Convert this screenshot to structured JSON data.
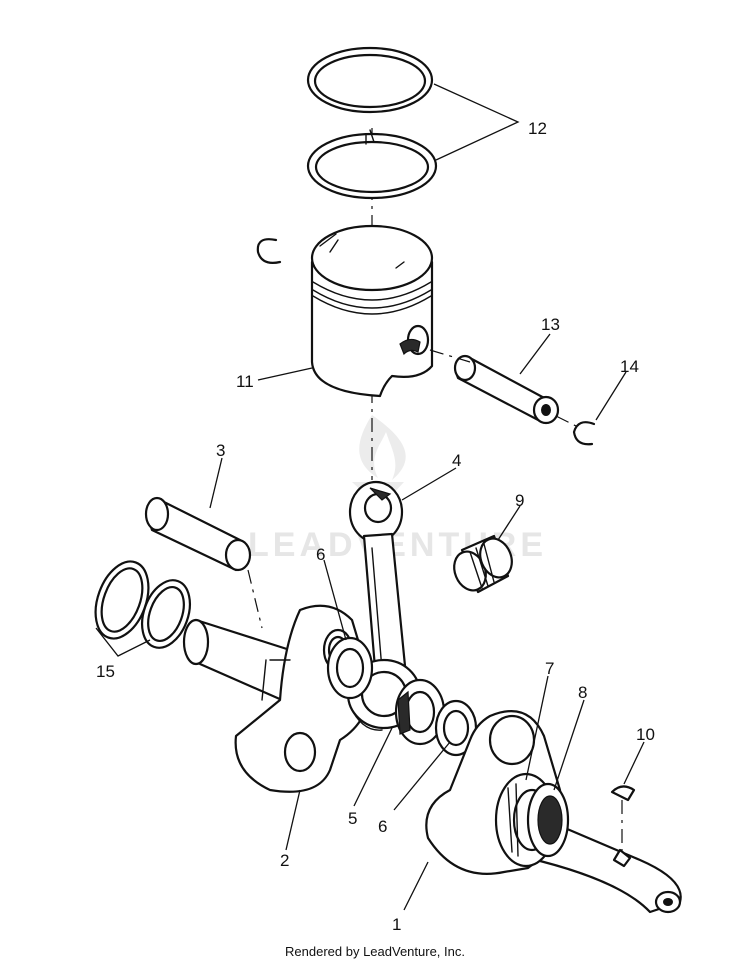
{
  "watermark": {
    "text": "LEADVENTURE"
  },
  "callouts": {
    "c1": "1",
    "c2": "2",
    "c3": "3",
    "c4": "4",
    "c5": "5",
    "c6a": "6",
    "c6b": "6",
    "c7": "7",
    "c8": "8",
    "c9": "9",
    "c10": "10",
    "c11": "11",
    "c12": "12",
    "c13": "13",
    "c14": "14",
    "c15": "15"
  },
  "footer": {
    "credit": "Rendered by LeadVenture, Inc."
  }
}
